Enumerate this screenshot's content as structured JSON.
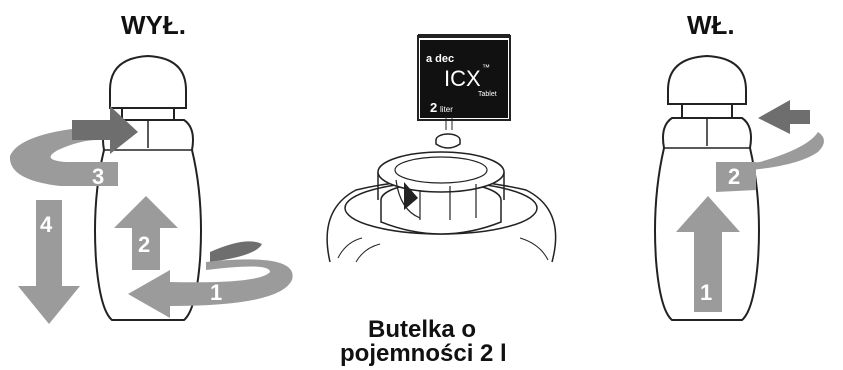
{
  "labels": {
    "off": "WYŁ.",
    "on": "WŁ.",
    "caption_line1": "Butelka o",
    "caption_line2": "pojemności 2 l"
  },
  "left_bottle_steps": [
    "1",
    "2",
    "3",
    "4"
  ],
  "right_bottle_steps": [
    "1",
    "2"
  ],
  "tablet_packet": {
    "brand": "a dec",
    "product": "ICX",
    "trademark": "™",
    "subtitle": "Tablet",
    "volume_number": "2",
    "volume_unit": "liter"
  },
  "colors": {
    "arrow_gray": "#9b9b9b",
    "arrow_dark": "#6e6e6e",
    "outline": "#222222"
  }
}
